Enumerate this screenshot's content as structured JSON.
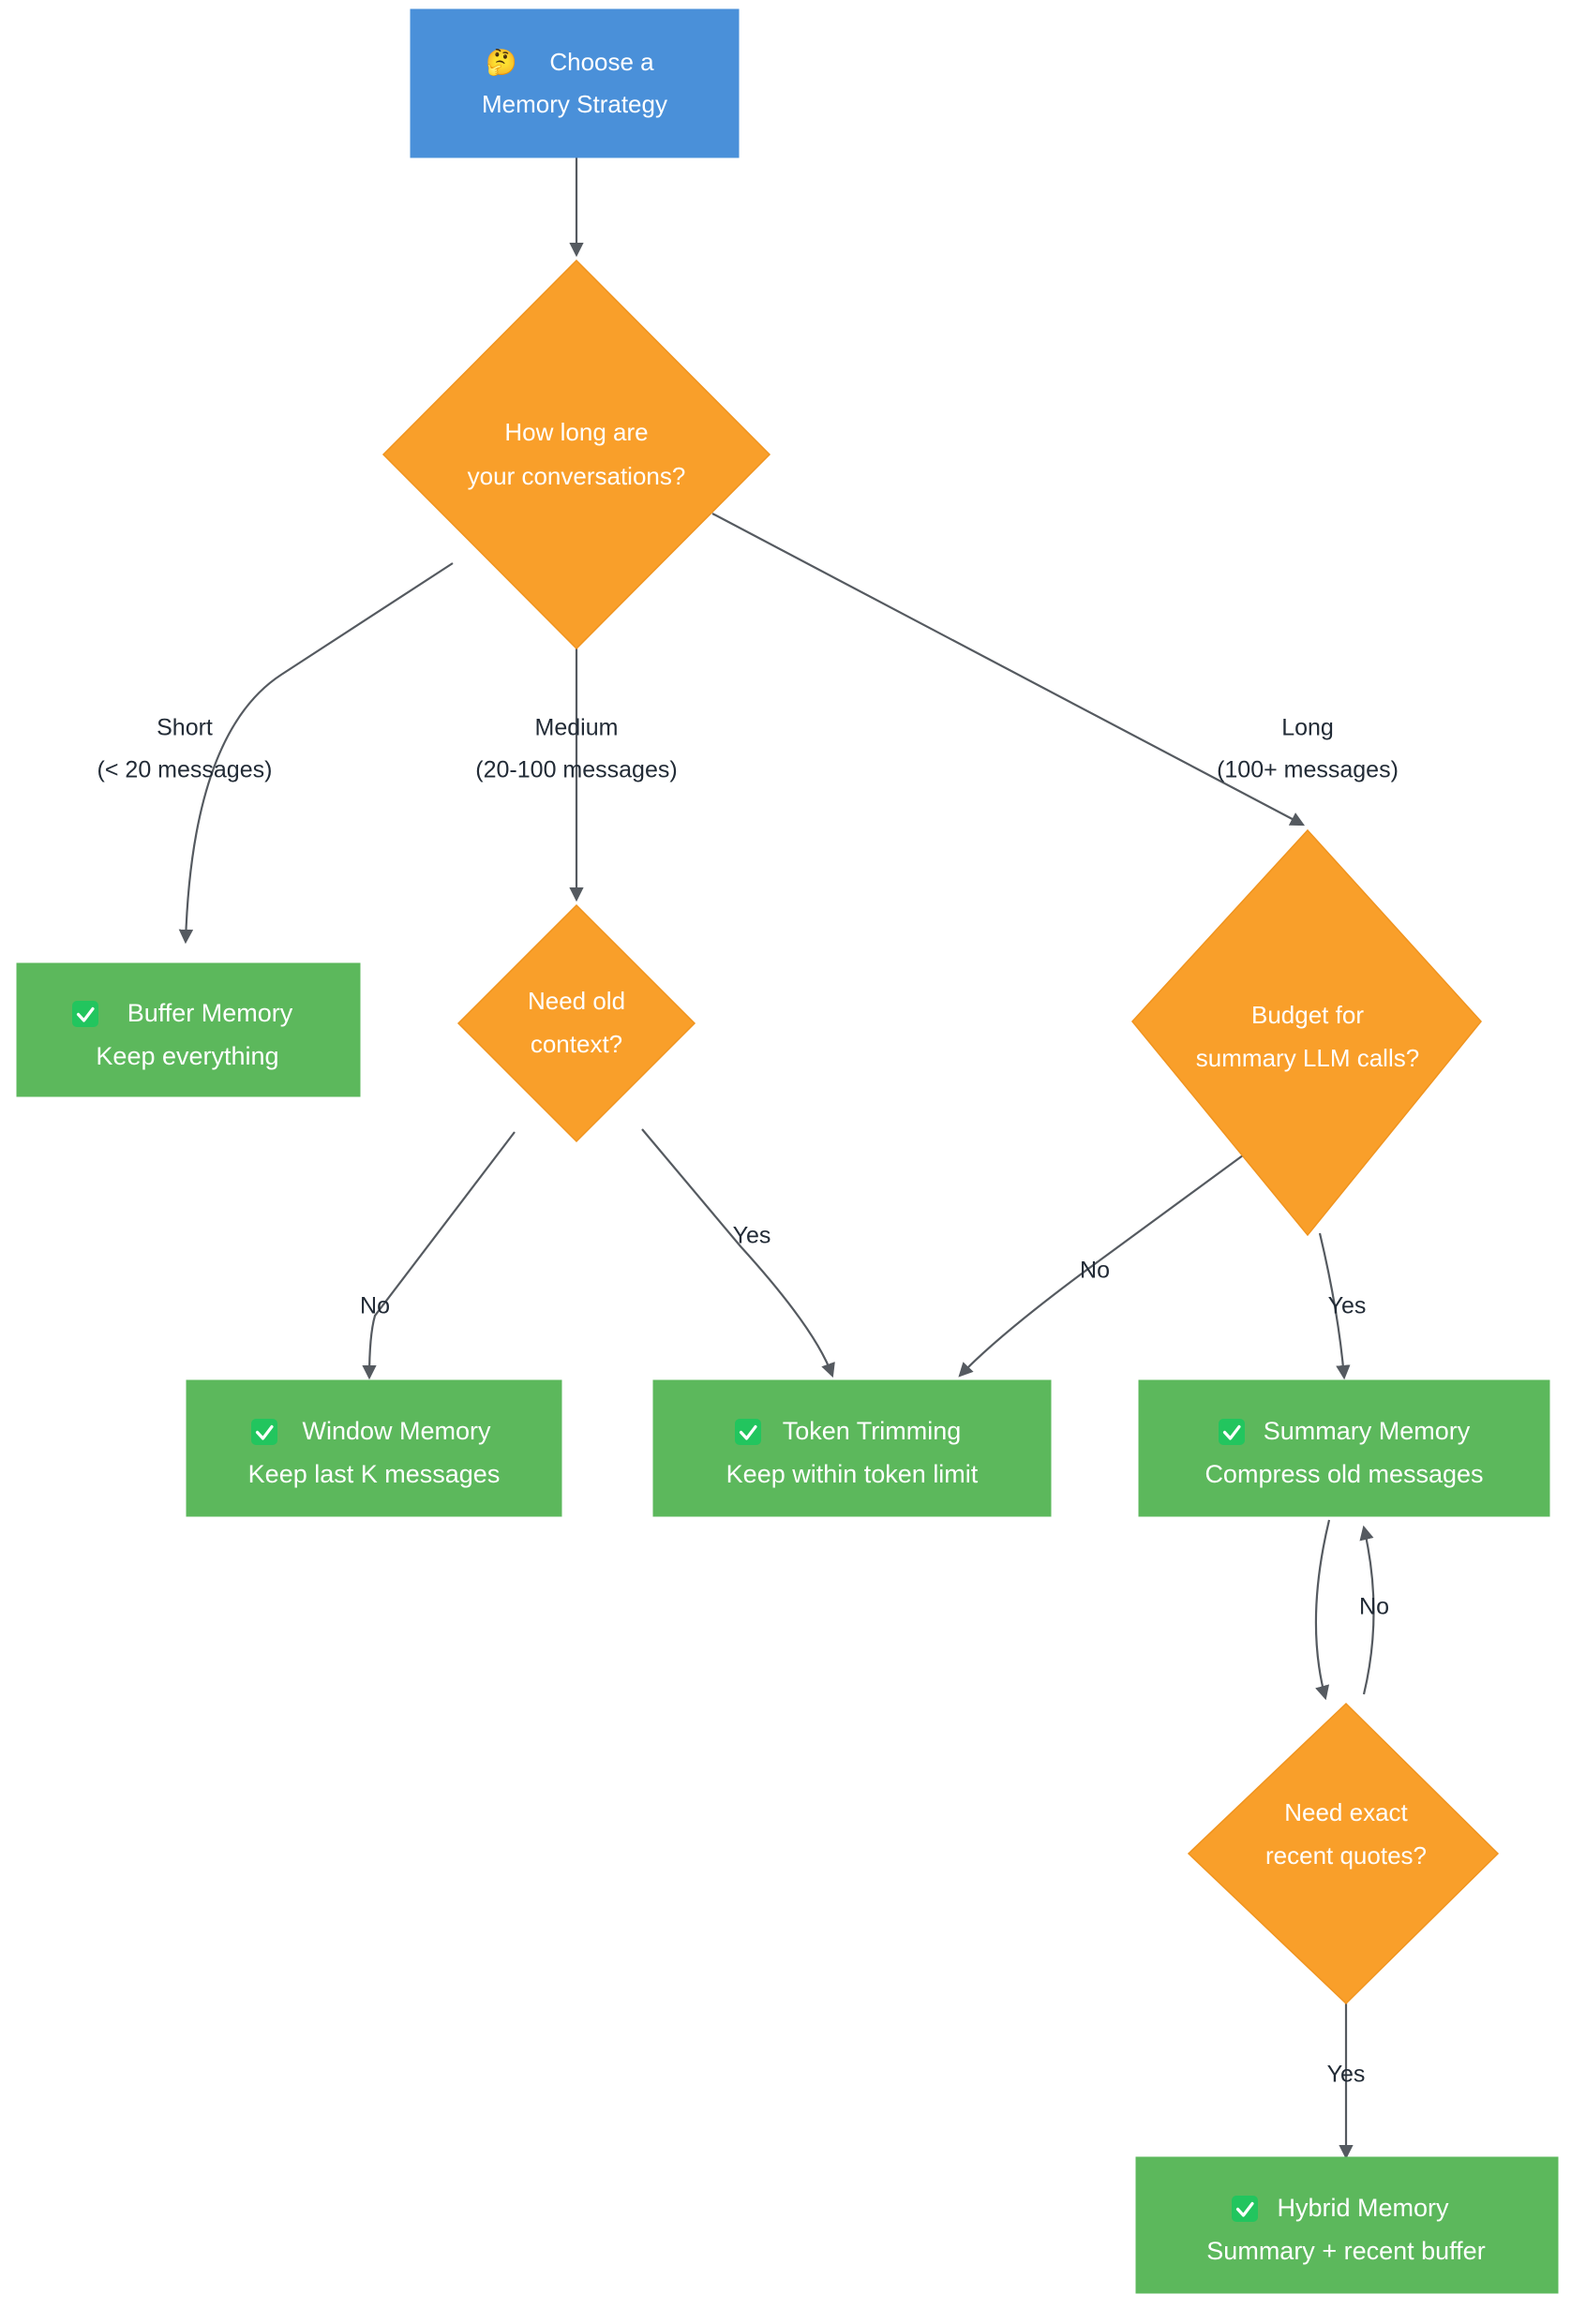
{
  "diagram": {
    "title": "Choose a Memory Strategy decision flowchart",
    "colors": {
      "start_node": "#4a90d9",
      "decision_node": "#f99f2a",
      "result_node": "#5cb85c",
      "edge_line": "#555a60",
      "edge_label_text": "#222b36",
      "node_text": "#ffffff",
      "check_badge": "#22c55e",
      "background": "#ffffff"
    },
    "nodes": {
      "start": {
        "id": "start",
        "type": "start",
        "icon": "thinking-face-emoji",
        "emoji": "🤔",
        "line1": "Choose a",
        "line2": "Memory Strategy"
      },
      "decision_length": {
        "id": "decision-length",
        "type": "decision",
        "line1": "How long are",
        "line2": "your conversations?"
      },
      "decision_old_context": {
        "id": "decision-old-context",
        "type": "decision",
        "line1": "Need old",
        "line2": "context?"
      },
      "decision_budget": {
        "id": "decision-budget",
        "type": "decision",
        "line1": "Budget for",
        "line2": "summary LLM calls?"
      },
      "decision_quotes": {
        "id": "decision-quotes",
        "type": "decision",
        "line1": "Need exact",
        "line2": "recent quotes?"
      },
      "result_buffer": {
        "id": "result-buffer-memory",
        "type": "result",
        "icon": "check-badge-icon",
        "title": "Buffer Memory",
        "subtitle": "Keep everything"
      },
      "result_window": {
        "id": "result-window-memory",
        "type": "result",
        "icon": "check-badge-icon",
        "title": "Window Memory",
        "subtitle": "Keep last K messages"
      },
      "result_token": {
        "id": "result-token-trimming",
        "type": "result",
        "icon": "check-badge-icon",
        "title": "Token Trimming",
        "subtitle": "Keep within token limit"
      },
      "result_summary": {
        "id": "result-summary-memory",
        "type": "result",
        "icon": "check-badge-icon",
        "title": "Summary Memory",
        "subtitle": "Compress old messages"
      },
      "result_hybrid": {
        "id": "result-hybrid-memory",
        "type": "result",
        "icon": "check-badge-icon",
        "title": "Hybrid Memory",
        "subtitle": "Summary + recent buffer"
      }
    },
    "edge_labels": {
      "short_l1": "Short",
      "short_l2": "(< 20 messages)",
      "medium_l1": "Medium",
      "medium_l2": "(20-100 messages)",
      "long_l1": "Long",
      "long_l2": "(100+  messages)",
      "old_context_no": "No",
      "old_context_yes": "Yes",
      "budget_no": "No",
      "budget_yes": "Yes",
      "quotes_no": "No",
      "quotes_yes": "Yes"
    },
    "edges": [
      {
        "from": "start",
        "to": "decision_length",
        "label": ""
      },
      {
        "from": "decision_length",
        "to": "result_buffer",
        "label": "Short (< 20 messages)"
      },
      {
        "from": "decision_length",
        "to": "decision_old_context",
        "label": "Medium (20-100 messages)"
      },
      {
        "from": "decision_length",
        "to": "decision_budget",
        "label": "Long (100+  messages)"
      },
      {
        "from": "decision_old_context",
        "to": "result_window",
        "label": "No"
      },
      {
        "from": "decision_old_context",
        "to": "result_token",
        "label": "Yes"
      },
      {
        "from": "decision_budget",
        "to": "result_token",
        "label": "No"
      },
      {
        "from": "decision_budget",
        "to": "result_summary",
        "label": "Yes"
      },
      {
        "from": "result_summary",
        "to": "decision_quotes",
        "label": ""
      },
      {
        "from": "decision_quotes",
        "to": "result_summary",
        "label": "No"
      },
      {
        "from": "decision_quotes",
        "to": "result_hybrid",
        "label": "Yes"
      }
    ]
  }
}
